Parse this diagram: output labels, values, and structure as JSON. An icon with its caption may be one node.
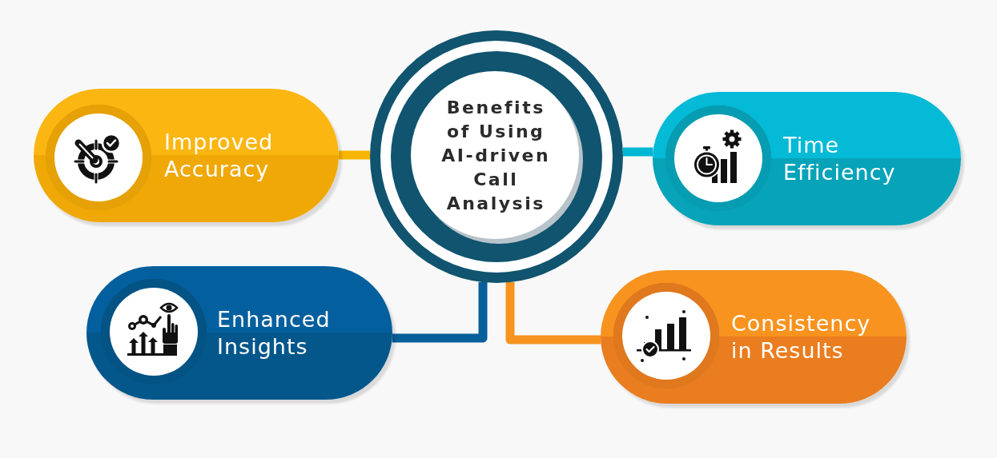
{
  "diagram": {
    "nodes": [
      {
        "text": [
          "Benefits of Using AI-driven Call Analysis"
        ]
      },
      {
        "text": [
          "Improved Accuracy"
        ]
      },
      {
        "text": [
          "Time Efficiency"
        ]
      },
      {
        "text": [
          "Enhanced Insights"
        ]
      },
      {
        "text": [
          "Consistency in Results"
        ]
      }
    ],
    "edges": [
      {
        "from": 0,
        "to": 1,
        "arrow": "none",
        "color": "#f7b500"
      },
      {
        "from": 0,
        "to": 2,
        "arrow": "none",
        "color": "#00b7d3"
      },
      {
        "from": 0,
        "to": 3,
        "arrow": "none",
        "color": "#075f9b"
      },
      {
        "from": 0,
        "to": 4,
        "arrow": "none",
        "color": "#f7931e"
      }
    ]
  }
}
